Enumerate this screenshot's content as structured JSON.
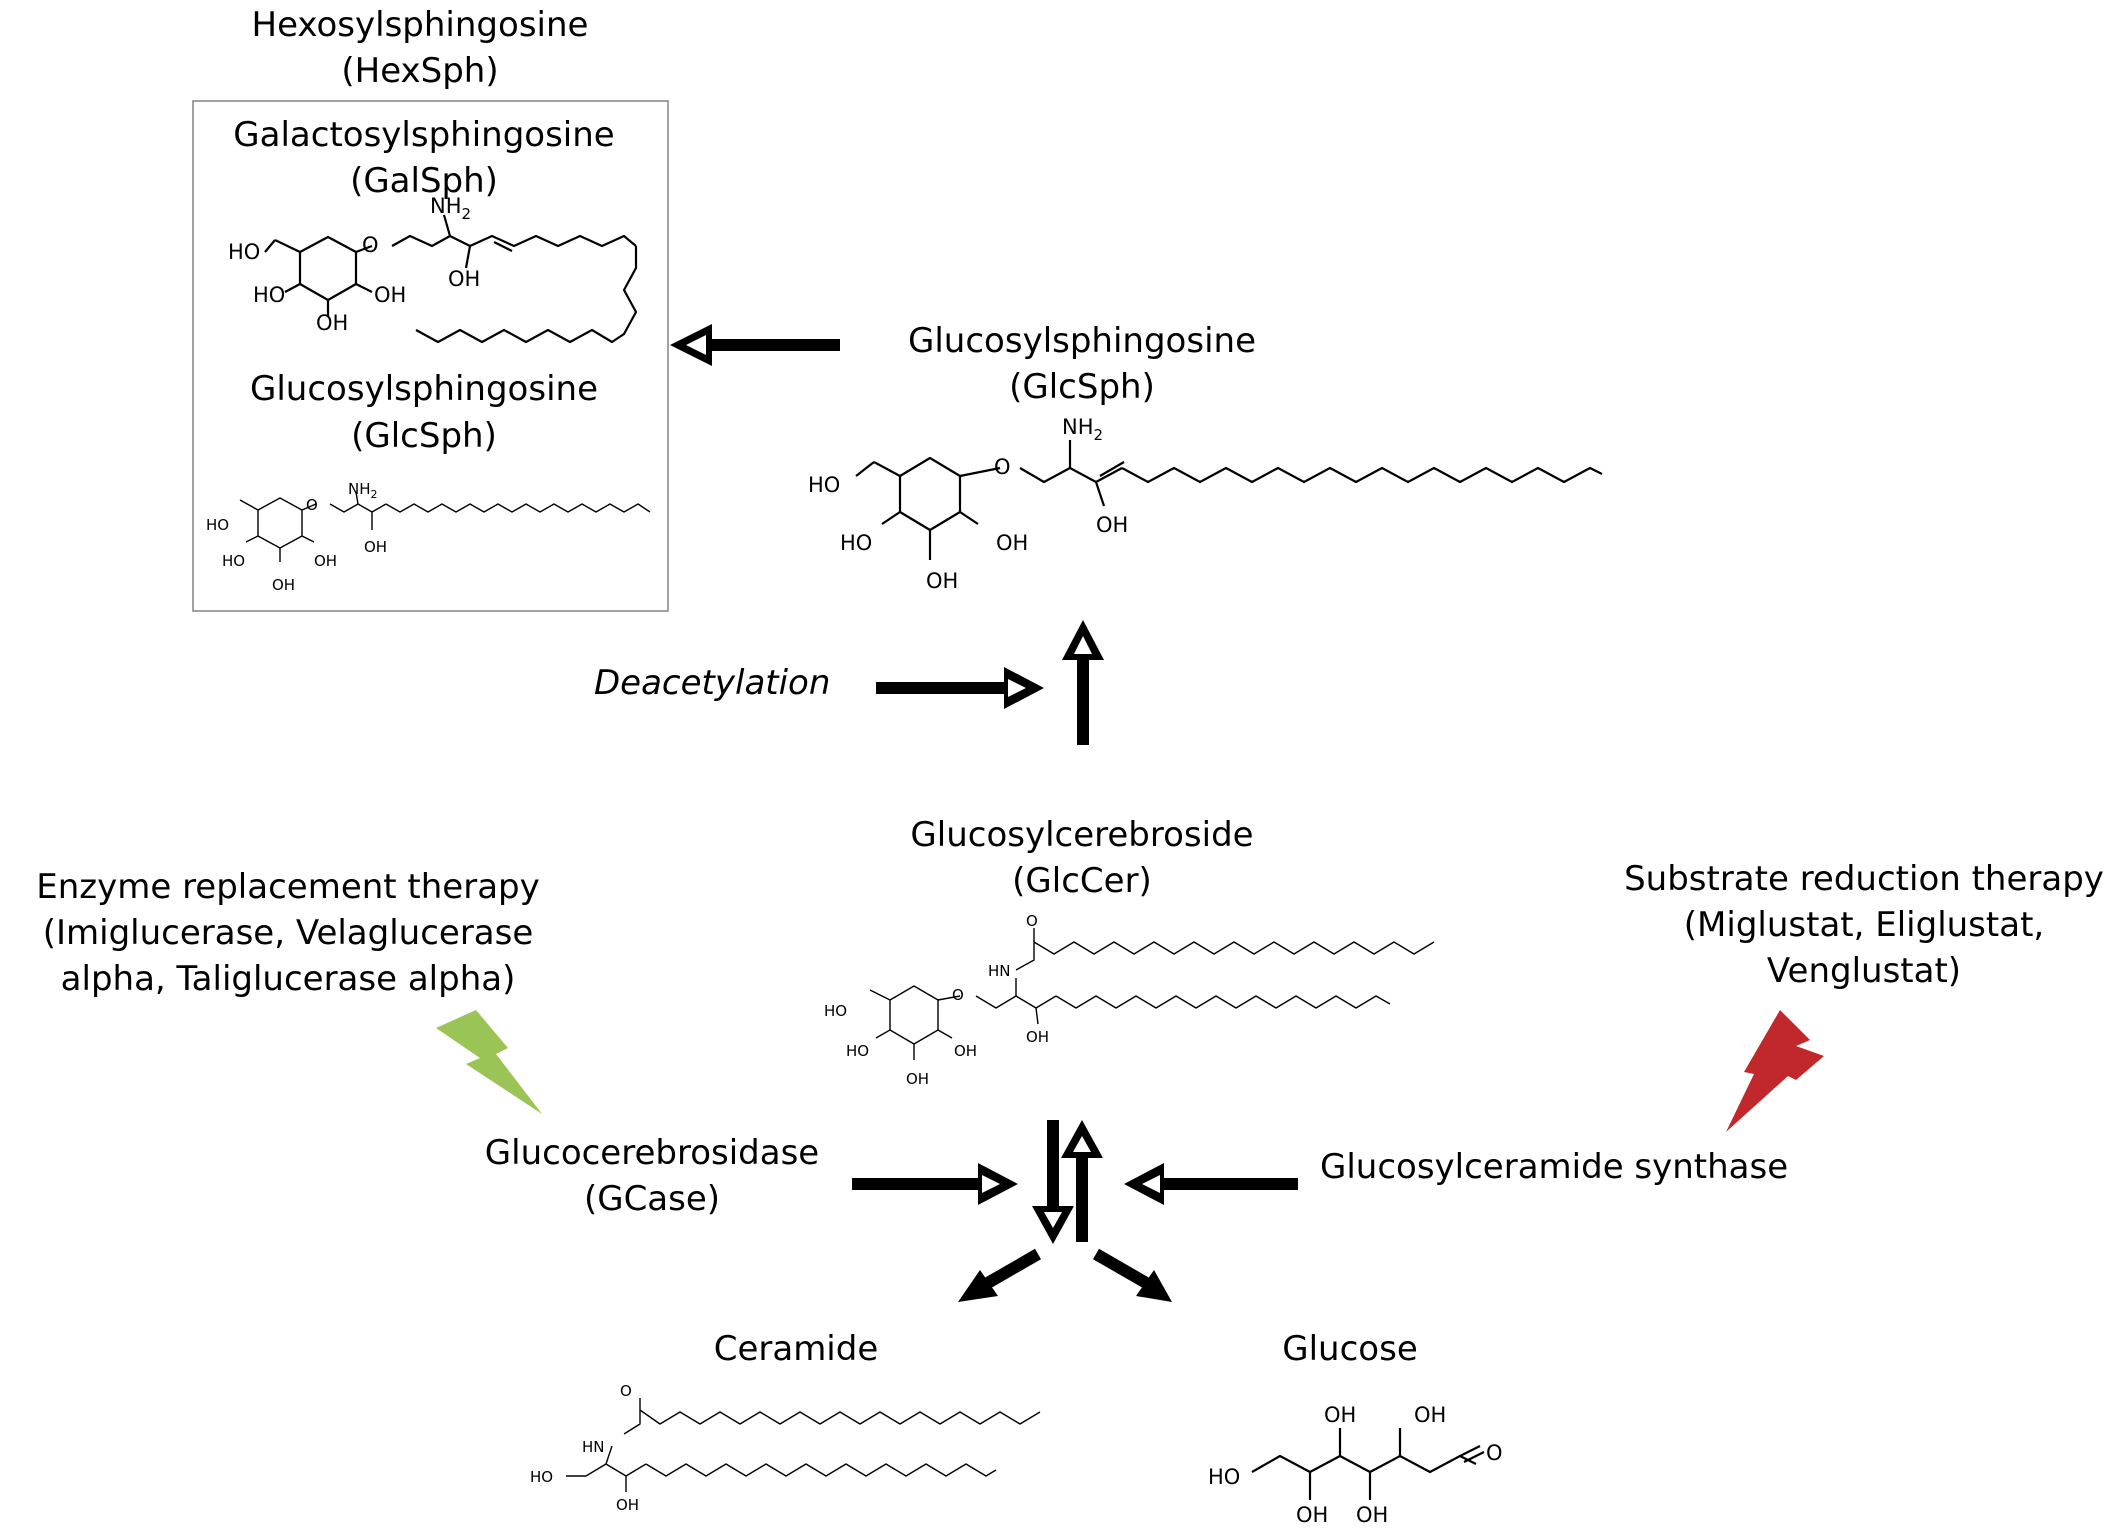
{
  "labels": {
    "hexsph_name": "Hexosylsphingosine",
    "hexsph_abbr": "(HexSph)",
    "galsph_name": "Galactosylsphingosine",
    "galsph_abbr": "(GalSph)",
    "glcsph_box_name": "Glucosylsphingosine",
    "glcsph_box_abbr": "(GlcSph)",
    "glcsph_name": "Glucosylsphingosine",
    "glcsph_abbr": "(GlcSph)",
    "deacetylation": "Deacetylation",
    "glccer_name": "Glucosylcerebroside",
    "glccer_abbr": "(GlcCer)",
    "ert_line1": "Enzyme replacement therapy",
    "ert_line2": "(Imiglucerase, Velaglucerase",
    "ert_line3": "alpha, Taliglucerase alpha)",
    "srt_line1": "Substrate reduction therapy",
    "srt_line2": "(Miglustat, Eliglustat,",
    "srt_line3": "Venglustat)",
    "gcase_name": "Glucocerebrosidase",
    "gcase_abbr": "(GCase)",
    "gcs": "Glucosylceramide synthase",
    "ceramide": "Ceramide",
    "glucose": "Glucose"
  },
  "chem": {
    "oh": "OH",
    "ho": "HO",
    "o": "O",
    "nh": "HN",
    "nh2": "NH",
    "sub2": "2"
  },
  "colors": {
    "ert_bolt": "#9bc456",
    "srt_bolt": "#c0282b",
    "ink": "#000000",
    "box_border": "#8a8a8a"
  }
}
